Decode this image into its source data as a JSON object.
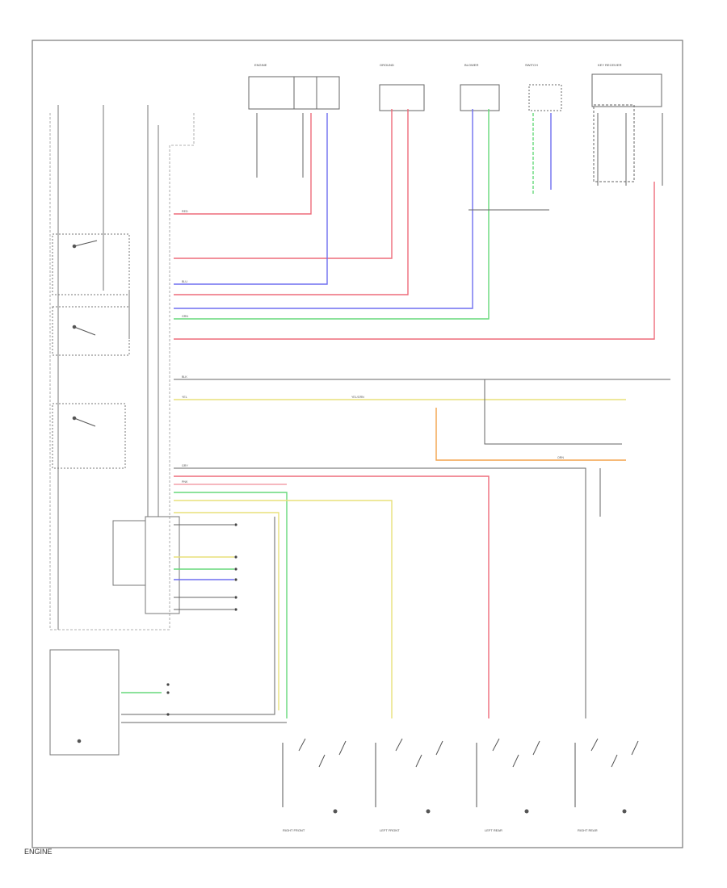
{
  "footer": {
    "code": "ENGINE"
  },
  "colors": {
    "red": "#ee6b7a",
    "pink": "#f4a0aa",
    "blue": "#6f6ff0",
    "green": "#66d97a",
    "yellow": "#e8e07a",
    "orange": "#f3a24a",
    "gray": "#888888",
    "black": "#222222"
  },
  "components": [
    {
      "key": "sw1",
      "label": "ENGINE"
    },
    {
      "key": "sw2",
      "label": "GROUND"
    },
    {
      "key": "sw3",
      "label": "BLOWER"
    },
    {
      "key": "sw4",
      "label": "SWITCH"
    },
    {
      "key": "receiver",
      "label": "KEY RECEIVER"
    }
  ],
  "wire_labels": [
    {
      "text": "RED"
    },
    {
      "text": "BLK"
    },
    {
      "text": "BLU"
    },
    {
      "text": "GRN"
    },
    {
      "text": "YEL"
    },
    {
      "text": "GRY"
    },
    {
      "text": "PNK"
    },
    {
      "text": "YEL/GRN"
    },
    {
      "text": "ORN"
    }
  ],
  "actuators": [
    {
      "label": "RIGHT FRONT"
    },
    {
      "label": "LEFT FRONT"
    },
    {
      "label": "LEFT REAR"
    },
    {
      "label": "RIGHT REAR"
    }
  ]
}
